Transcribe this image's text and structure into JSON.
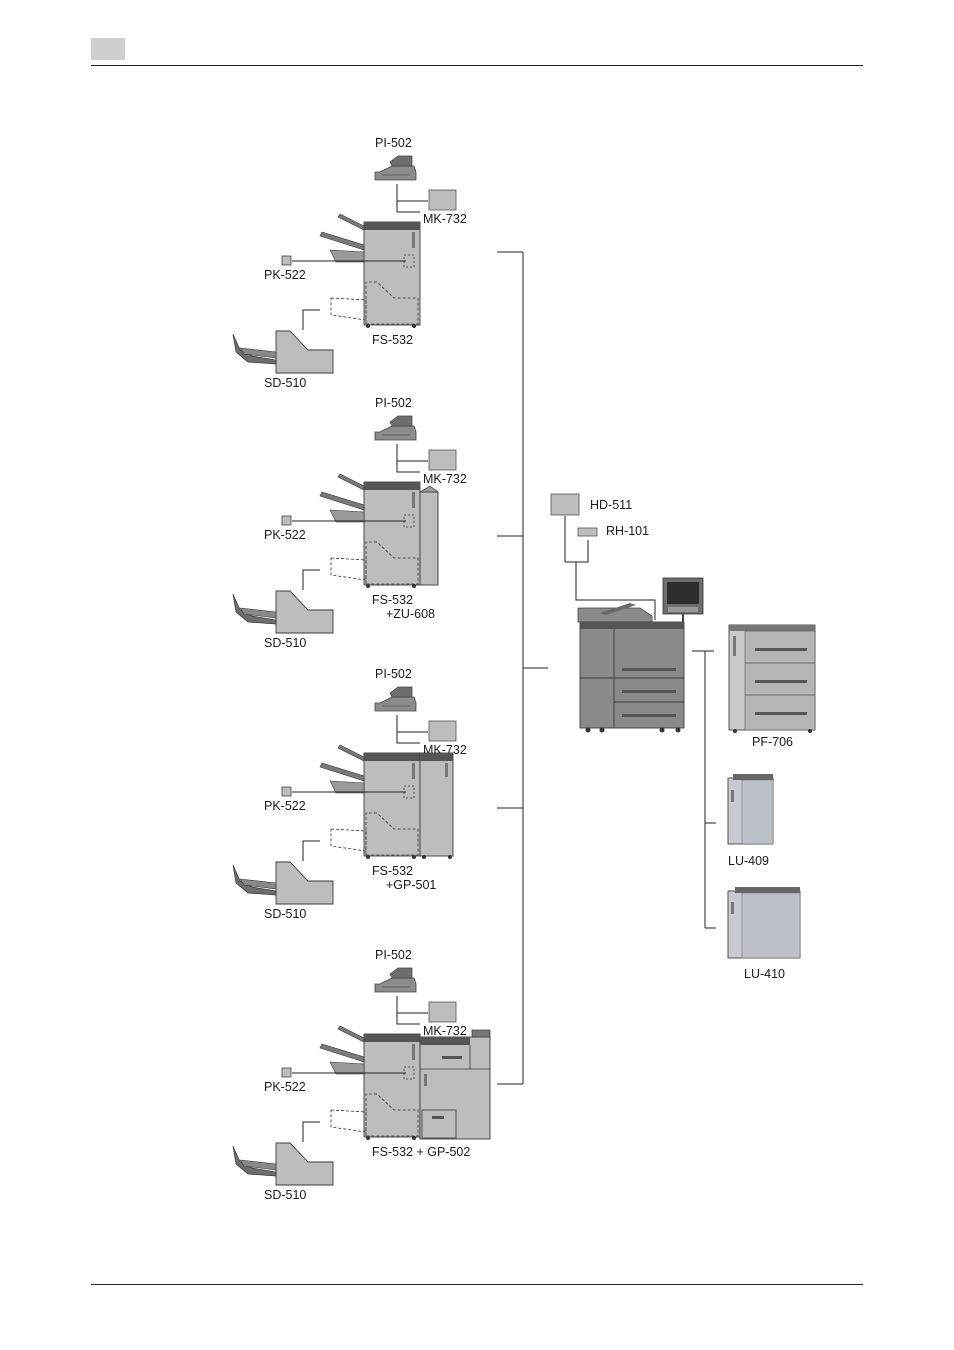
{
  "diagram": {
    "finisher_groups": [
      {
        "pi": "PI-502",
        "mk": "MK-732",
        "pk": "PK-522",
        "fs": "FS-532",
        "fs2": "",
        "sd": "SD-510",
        "variant": "base"
      },
      {
        "pi": "PI-502",
        "mk": "MK-732",
        "pk": "PK-522",
        "fs": "FS-532",
        "fs2": "+ZU-608",
        "sd": "SD-510",
        "variant": "zu"
      },
      {
        "pi": "PI-502",
        "mk": "MK-732",
        "pk": "PK-522",
        "fs": "FS-532",
        "fs2": "+GP-501",
        "sd": "SD-510",
        "variant": "gp501"
      },
      {
        "pi": "PI-502",
        "mk": "MK-732",
        "pk": "PK-522",
        "fs": "FS-532 + GP-502",
        "fs2": "",
        "sd": "SD-510",
        "variant": "gp502"
      }
    ],
    "main_unit_options": {
      "hd": "HD-511",
      "rh": "RH-101"
    },
    "paper_feed_options": [
      "PF-706",
      "LU-409",
      "LU-410"
    ]
  }
}
